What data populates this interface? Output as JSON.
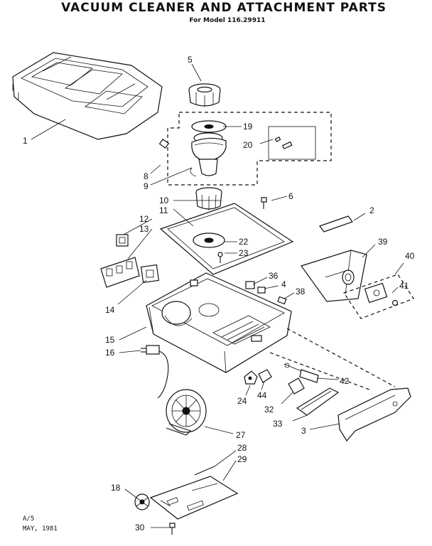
{
  "title": "VACUUM CLEANER AND ATTACHMENT PARTS",
  "subtitle": "For Model 116.29911",
  "footer": {
    "line1": "A/5",
    "line2": "MAY, 1981"
  },
  "callouts": [
    {
      "id": "c1",
      "label": "1"
    },
    {
      "id": "c2",
      "label": "2"
    },
    {
      "id": "c3",
      "label": "3"
    },
    {
      "id": "c4",
      "label": "4"
    },
    {
      "id": "c5",
      "label": "5"
    },
    {
      "id": "c6",
      "label": "6"
    },
    {
      "id": "c8",
      "label": "8"
    },
    {
      "id": "c9",
      "label": "9"
    },
    {
      "id": "c10",
      "label": "10"
    },
    {
      "id": "c11",
      "label": "11"
    },
    {
      "id": "c12",
      "label": "12"
    },
    {
      "id": "c13",
      "label": "13"
    },
    {
      "id": "c14",
      "label": "14"
    },
    {
      "id": "c15",
      "label": "15"
    },
    {
      "id": "c16",
      "label": "16"
    },
    {
      "id": "c18",
      "label": "18"
    },
    {
      "id": "c19",
      "label": "19"
    },
    {
      "id": "c20",
      "label": "20"
    },
    {
      "id": "c22",
      "label": "22"
    },
    {
      "id": "c23",
      "label": "23"
    },
    {
      "id": "c24",
      "label": "24"
    },
    {
      "id": "c27",
      "label": "27"
    },
    {
      "id": "c28",
      "label": "28"
    },
    {
      "id": "c29",
      "label": "29"
    },
    {
      "id": "c30",
      "label": "30"
    },
    {
      "id": "c32",
      "label": "32"
    },
    {
      "id": "c33",
      "label": "33"
    },
    {
      "id": "c36",
      "label": "36"
    },
    {
      "id": "c38",
      "label": "38"
    },
    {
      "id": "c39",
      "label": "39"
    },
    {
      "id": "c40",
      "label": "40"
    },
    {
      "id": "c41",
      "label": "41"
    },
    {
      "id": "c42",
      "label": "42"
    },
    {
      "id": "c44",
      "label": "44"
    }
  ]
}
